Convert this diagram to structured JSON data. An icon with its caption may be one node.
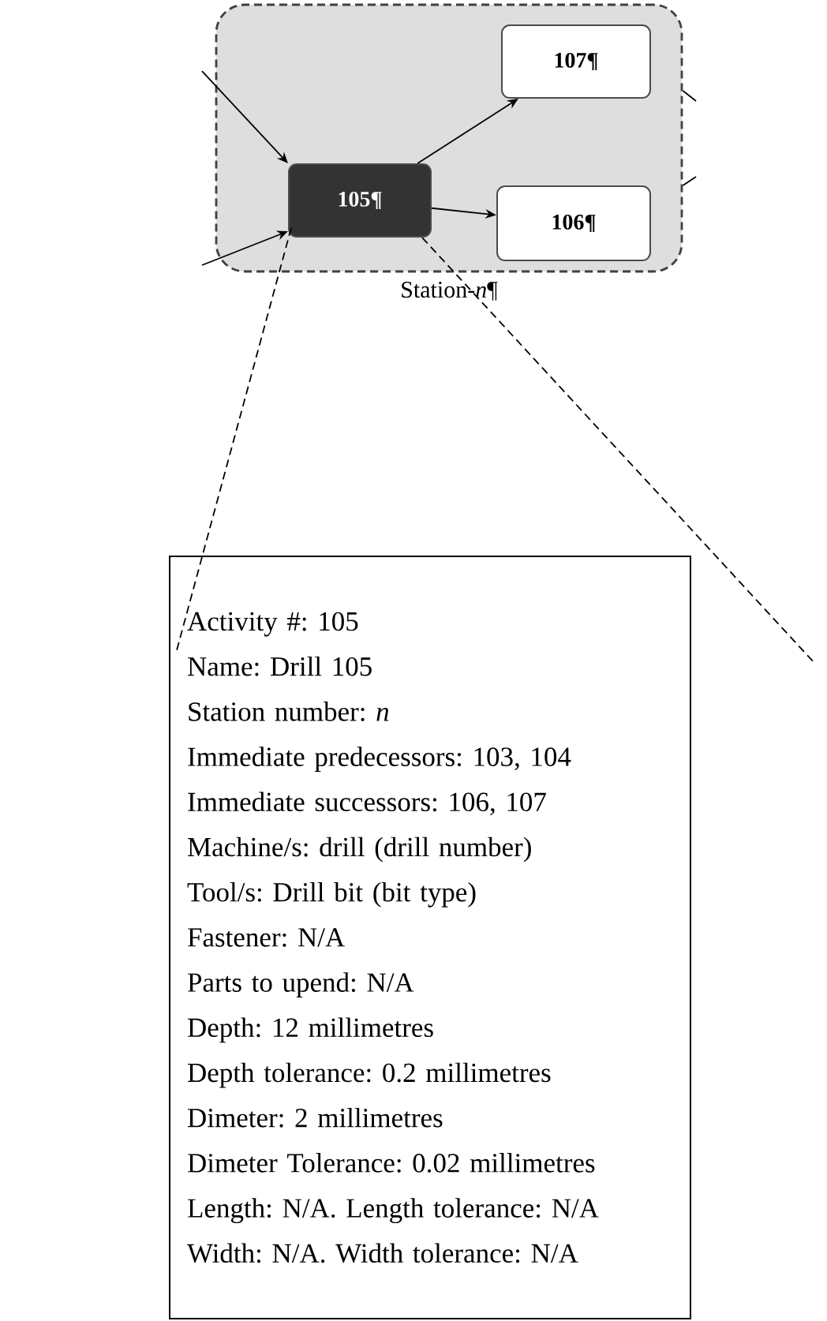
{
  "diagram": {
    "nodes": [
      {
        "text": [
          "Station-*n*¶"
        ]
      },
      {
        "text": [
          "105¶"
        ],
        "in": 0
      },
      {
        "text": [
          "107¶"
        ],
        "in": 0
      },
      {
        "text": [
          "106¶"
        ],
        "in": 0
      },
      {
        "text": [
          "Activity #: 105",
          "Name: Drill 105",
          "Station number: *n*",
          "Immediate predecessors: 103, 104",
          "Immediate successors: 106, 107",
          "Machine/s: drill (drill number)",
          "Tool/s: Drill bit (bit type)",
          "Fastener: N/A",
          "Parts to upend: N/A",
          "Depth: 12 millimetres",
          "Depth tolerance: 0.2 millimetres",
          "Dimeter: 2 millimetres",
          "Dimeter Tolerance: 0.02 millimetres",
          "Length: N/A. Length tolerance: N/A",
          "Width: N/A. Width tolerance: N/A"
        ]
      }
    ],
    "edges": [
      {
        "from": 1,
        "to": 2,
        "arrow": "to"
      },
      {
        "from": 1,
        "to": 3,
        "arrow": "to"
      },
      {
        "from": null,
        "to": 1,
        "arrow": "to"
      },
      {
        "from": null,
        "to": 1,
        "arrow": "to"
      },
      {
        "from": 0,
        "to": null,
        "arrow": "none"
      },
      {
        "from": 0,
        "to": null,
        "arrow": "none"
      },
      {
        "from": 1,
        "to": 4,
        "arrow": "none",
        "style": "dashed"
      },
      {
        "from": 1,
        "to": null,
        "arrow": "none",
        "style": "dashed"
      }
    ]
  }
}
